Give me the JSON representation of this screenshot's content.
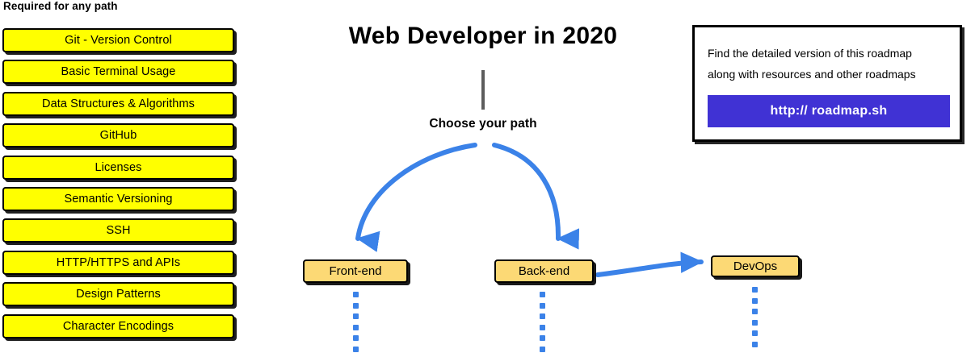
{
  "required_section": {
    "heading": "Required for any path",
    "items": [
      {
        "label": "Git - Version Control"
      },
      {
        "label": "Basic Terminal Usage"
      },
      {
        "label": "Data Structures & Algorithms"
      },
      {
        "label": "GitHub"
      },
      {
        "label": "Licenses"
      },
      {
        "label": "Semantic Versioning"
      },
      {
        "label": "SSH"
      },
      {
        "label": "HTTP/HTTPS and APIs"
      },
      {
        "label": "Design Patterns"
      },
      {
        "label": "Character Encodings"
      }
    ]
  },
  "title": "Web Developer in 2020",
  "choose_path_label": "Choose your path",
  "paths": [
    {
      "label": "Front-end"
    },
    {
      "label": "Back-end"
    },
    {
      "label": "DevOps"
    }
  ],
  "roadmap_card": {
    "line1": "Find the detailed version of this roadmap",
    "line2": "along with resources and other roadmaps",
    "link_label": "http:// roadmap.sh"
  },
  "colors": {
    "required_box_fill": "#FFFF00",
    "path_box_fill": "#FCD975",
    "arrow_blue": "#3B82E8",
    "link_button_purple": "#4032D4",
    "stem_gray": "#5C5C5C",
    "outline_black": "#000000"
  }
}
